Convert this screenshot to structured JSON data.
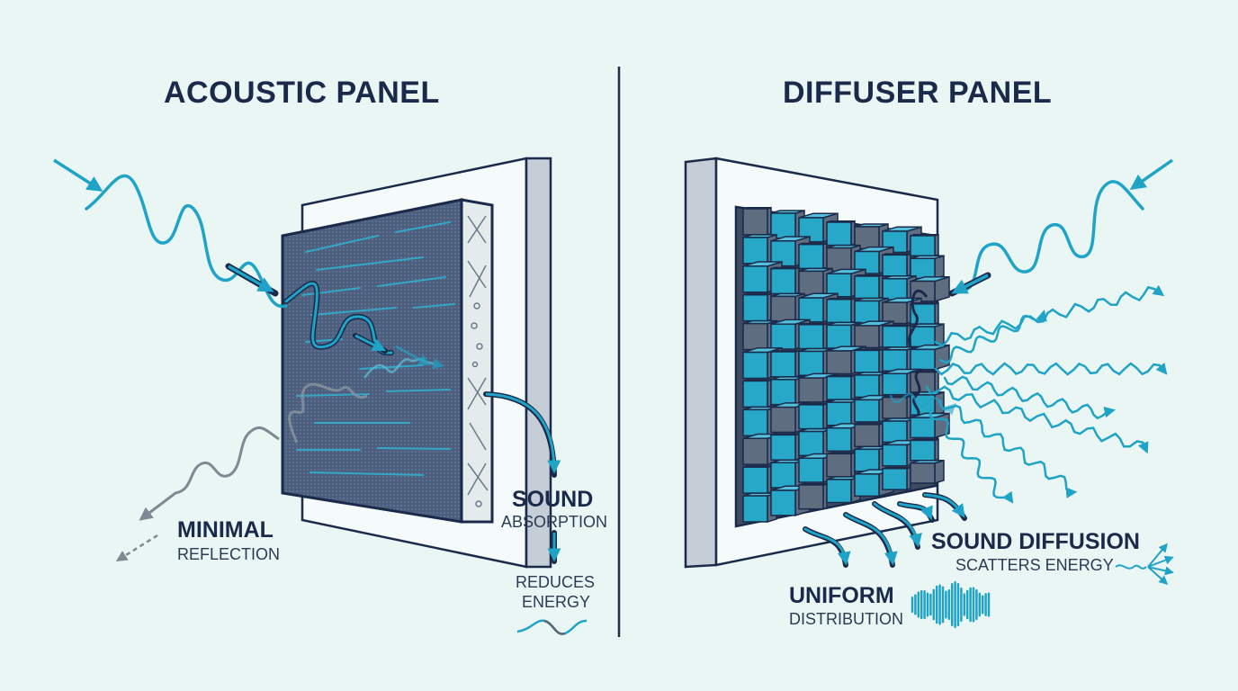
{
  "left": {
    "title": "ACOUSTIC PANEL",
    "labels": {
      "minimal": "MINIMAL",
      "reflection": "REFLECTION",
      "sound": "SOUND",
      "absorption": "ABSORPTION",
      "reduces": "REDUCES",
      "energy": "ENERGY"
    }
  },
  "right": {
    "title": "DIFFUSER PANEL",
    "labels": {
      "sound_diffusion": "SOUND DIFFUSION",
      "scatters_energy": "SCATTERS ENERGY",
      "uniform": "UNIFORM",
      "distribution": "DISTRIBUTION"
    }
  },
  "colors": {
    "background": "#e9f6f3",
    "wave": "#1fa3c6",
    "navy": "#1b2a4a",
    "panel": "#4a5d7c",
    "block_face": "#27a8c9",
    "block_side": "#5f6d80",
    "gray_wave": "#7d8a94"
  }
}
